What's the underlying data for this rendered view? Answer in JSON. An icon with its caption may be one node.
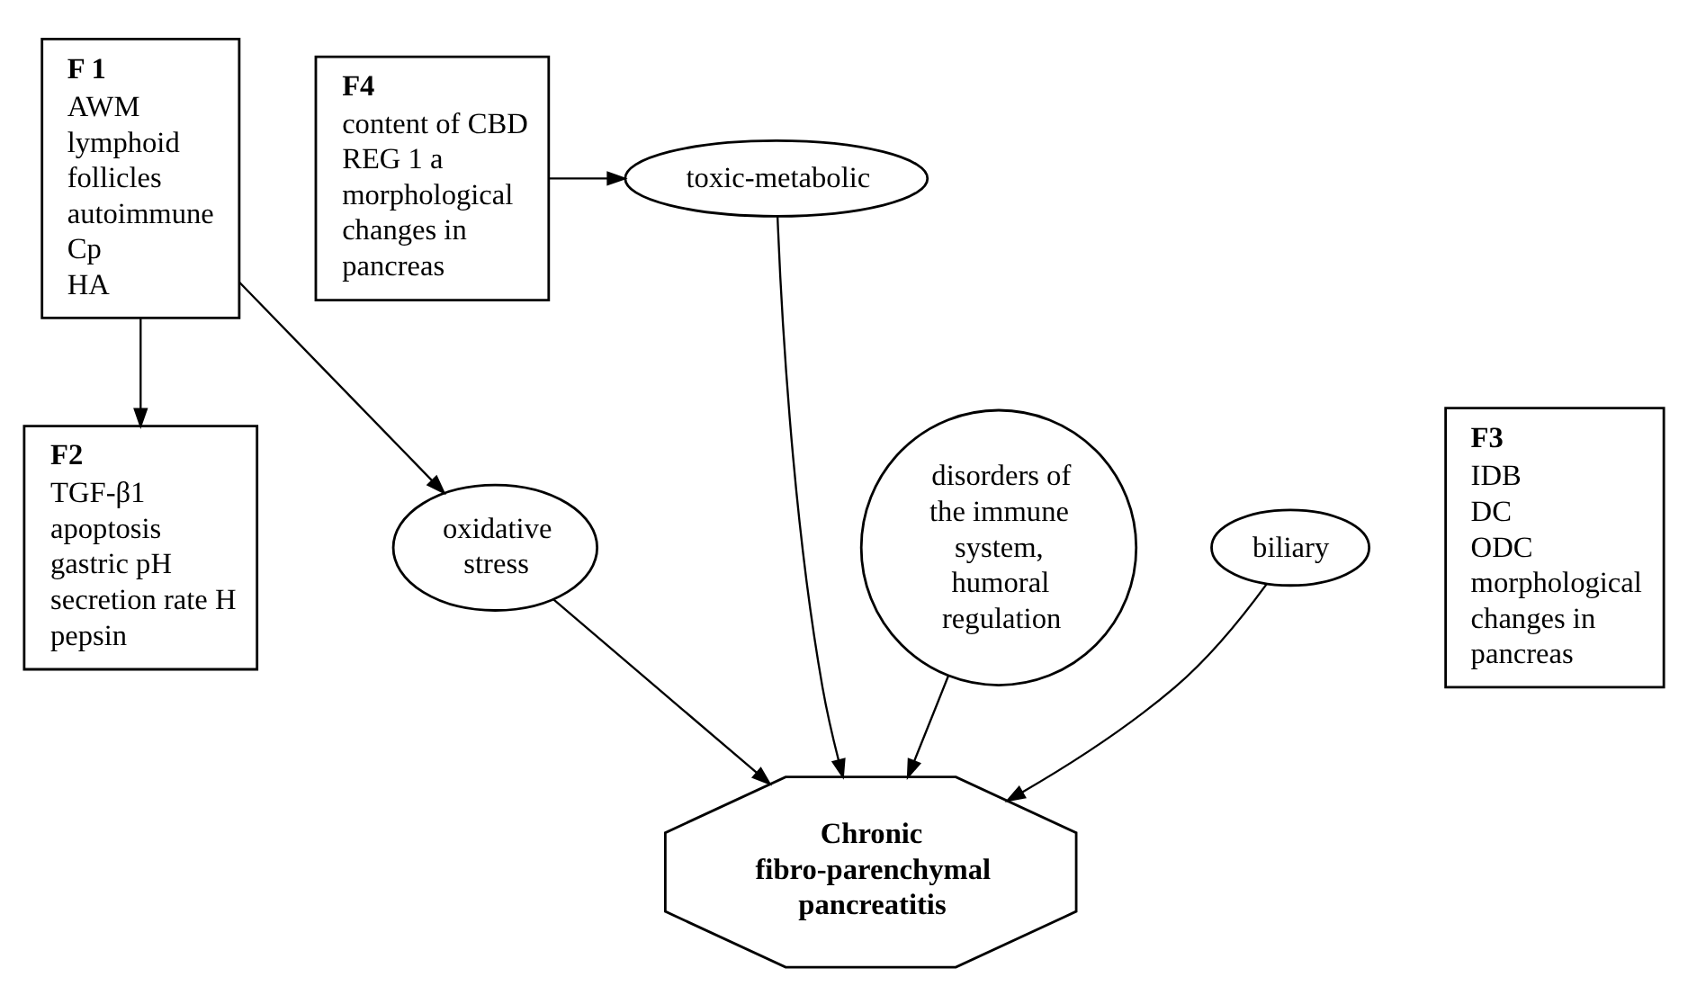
{
  "diagram": {
    "nodes": [
      {
        "text": [
          "F 1",
          "AWM",
          "lymphoid follicles",
          "autoimmune",
          "Cp",
          "HA"
        ]
      },
      {
        "text": [
          "toxic-metabolic"
        ]
      },
      {
        "text": [
          "Chronic fibro-parenchymal pancreatitis"
        ]
      },
      {
        "text": [
          "F2",
          "TGF-β1",
          "apoptosis",
          "gastric pH",
          "secretion rate H",
          "pepsin"
        ]
      },
      {
        "text": [
          "disorders of the immune system, humoral regulation"
        ]
      },
      {
        "text": [
          "biliary"
        ]
      },
      {
        "text": [
          "F4",
          "content of CBD",
          "REG 1 a",
          "morphological changes in pancreas"
        ]
      },
      {
        "text": [
          "F3",
          "IDB",
          "DC",
          "ODC",
          "morphological changes in pancreas"
        ]
      },
      {
        "text": [
          "oxidative stress"
        ]
      }
    ],
    "edges": [
      {
        "from": 0,
        "to": 3,
        "arrow": "to"
      },
      {
        "from": 1,
        "to": 2,
        "arrow": "to"
      },
      {
        "from": 4,
        "to": 2,
        "arrow": "to"
      },
      {
        "from": 8,
        "to": 2,
        "arrow": "to"
      },
      {
        "from": 5,
        "to": 2,
        "arrow": "to"
      },
      {
        "from": 6,
        "to": 1,
        "arrow": "to"
      },
      {
        "from": 0,
        "to": 8,
        "arrow": "to"
      }
    ]
  }
}
